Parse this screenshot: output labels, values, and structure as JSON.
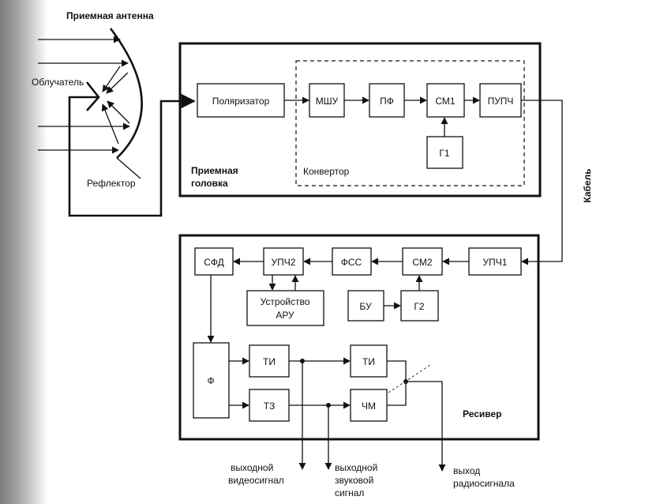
{
  "antenna": {
    "title": "Приемная антенна",
    "feed_label": "Облучатель",
    "reflector_label": "Рефлектор"
  },
  "head": {
    "title_line1": "Приемная",
    "title_line2": "головка",
    "converter_label": "Конвертор",
    "blocks": {
      "polarizer": "Поляризатор",
      "lna": "МШУ",
      "pf": "ПФ",
      "mixer1": "СМ1",
      "if_pre": "ПУПЧ",
      "osc1": "Г1"
    }
  },
  "cable_label": "Кабель",
  "receiver": {
    "title": "Ресивер",
    "blocks": {
      "if1": "УПЧ1",
      "mixer2": "СМ2",
      "fss": "ФСС",
      "if2": "УПЧ2",
      "sfd": "СФД",
      "agc_line1": "Устройство",
      "agc_line2": "АРУ",
      "bu": "БУ",
      "osc2": "Г2",
      "filter": "Ф",
      "ti1": "ТИ",
      "tz": "ТЗ",
      "ti2": "ТИ",
      "chm": "ЧМ"
    }
  },
  "outputs": {
    "video_line1": "выходной",
    "video_line2": "видеосигнал",
    "audio_line1": "выходной",
    "audio_line2": "звуковой",
    "audio_line3": "сигнал",
    "radio_line1": "выход",
    "radio_line2": "радиосигнала"
  }
}
